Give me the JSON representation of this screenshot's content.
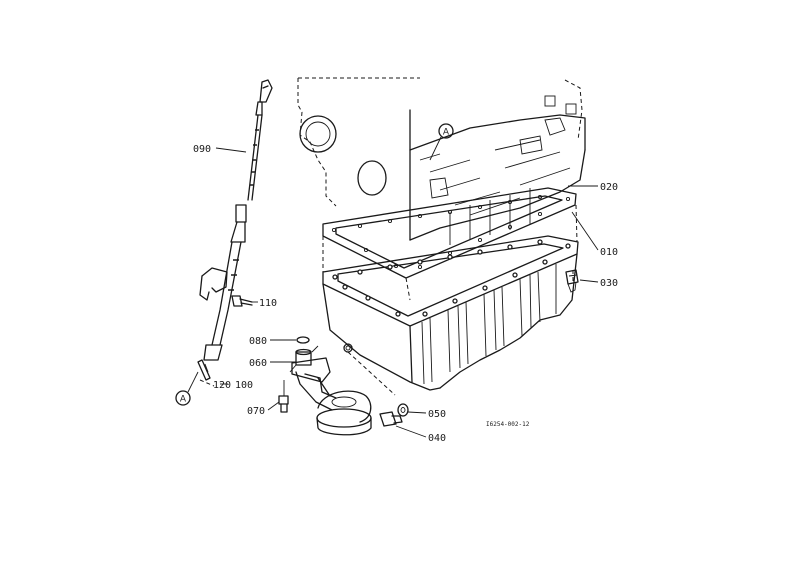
{
  "callouts": {
    "p010": "010",
    "p020": "020",
    "p030": "030",
    "p040": "040",
    "p050": "050",
    "p060": "060",
    "p070": "070",
    "p080": "080",
    "p090": "090",
    "p100": "100",
    "p110": "110",
    "p120": "120"
  },
  "reference_marker": "A",
  "drawing_number": "I6254-002-12"
}
